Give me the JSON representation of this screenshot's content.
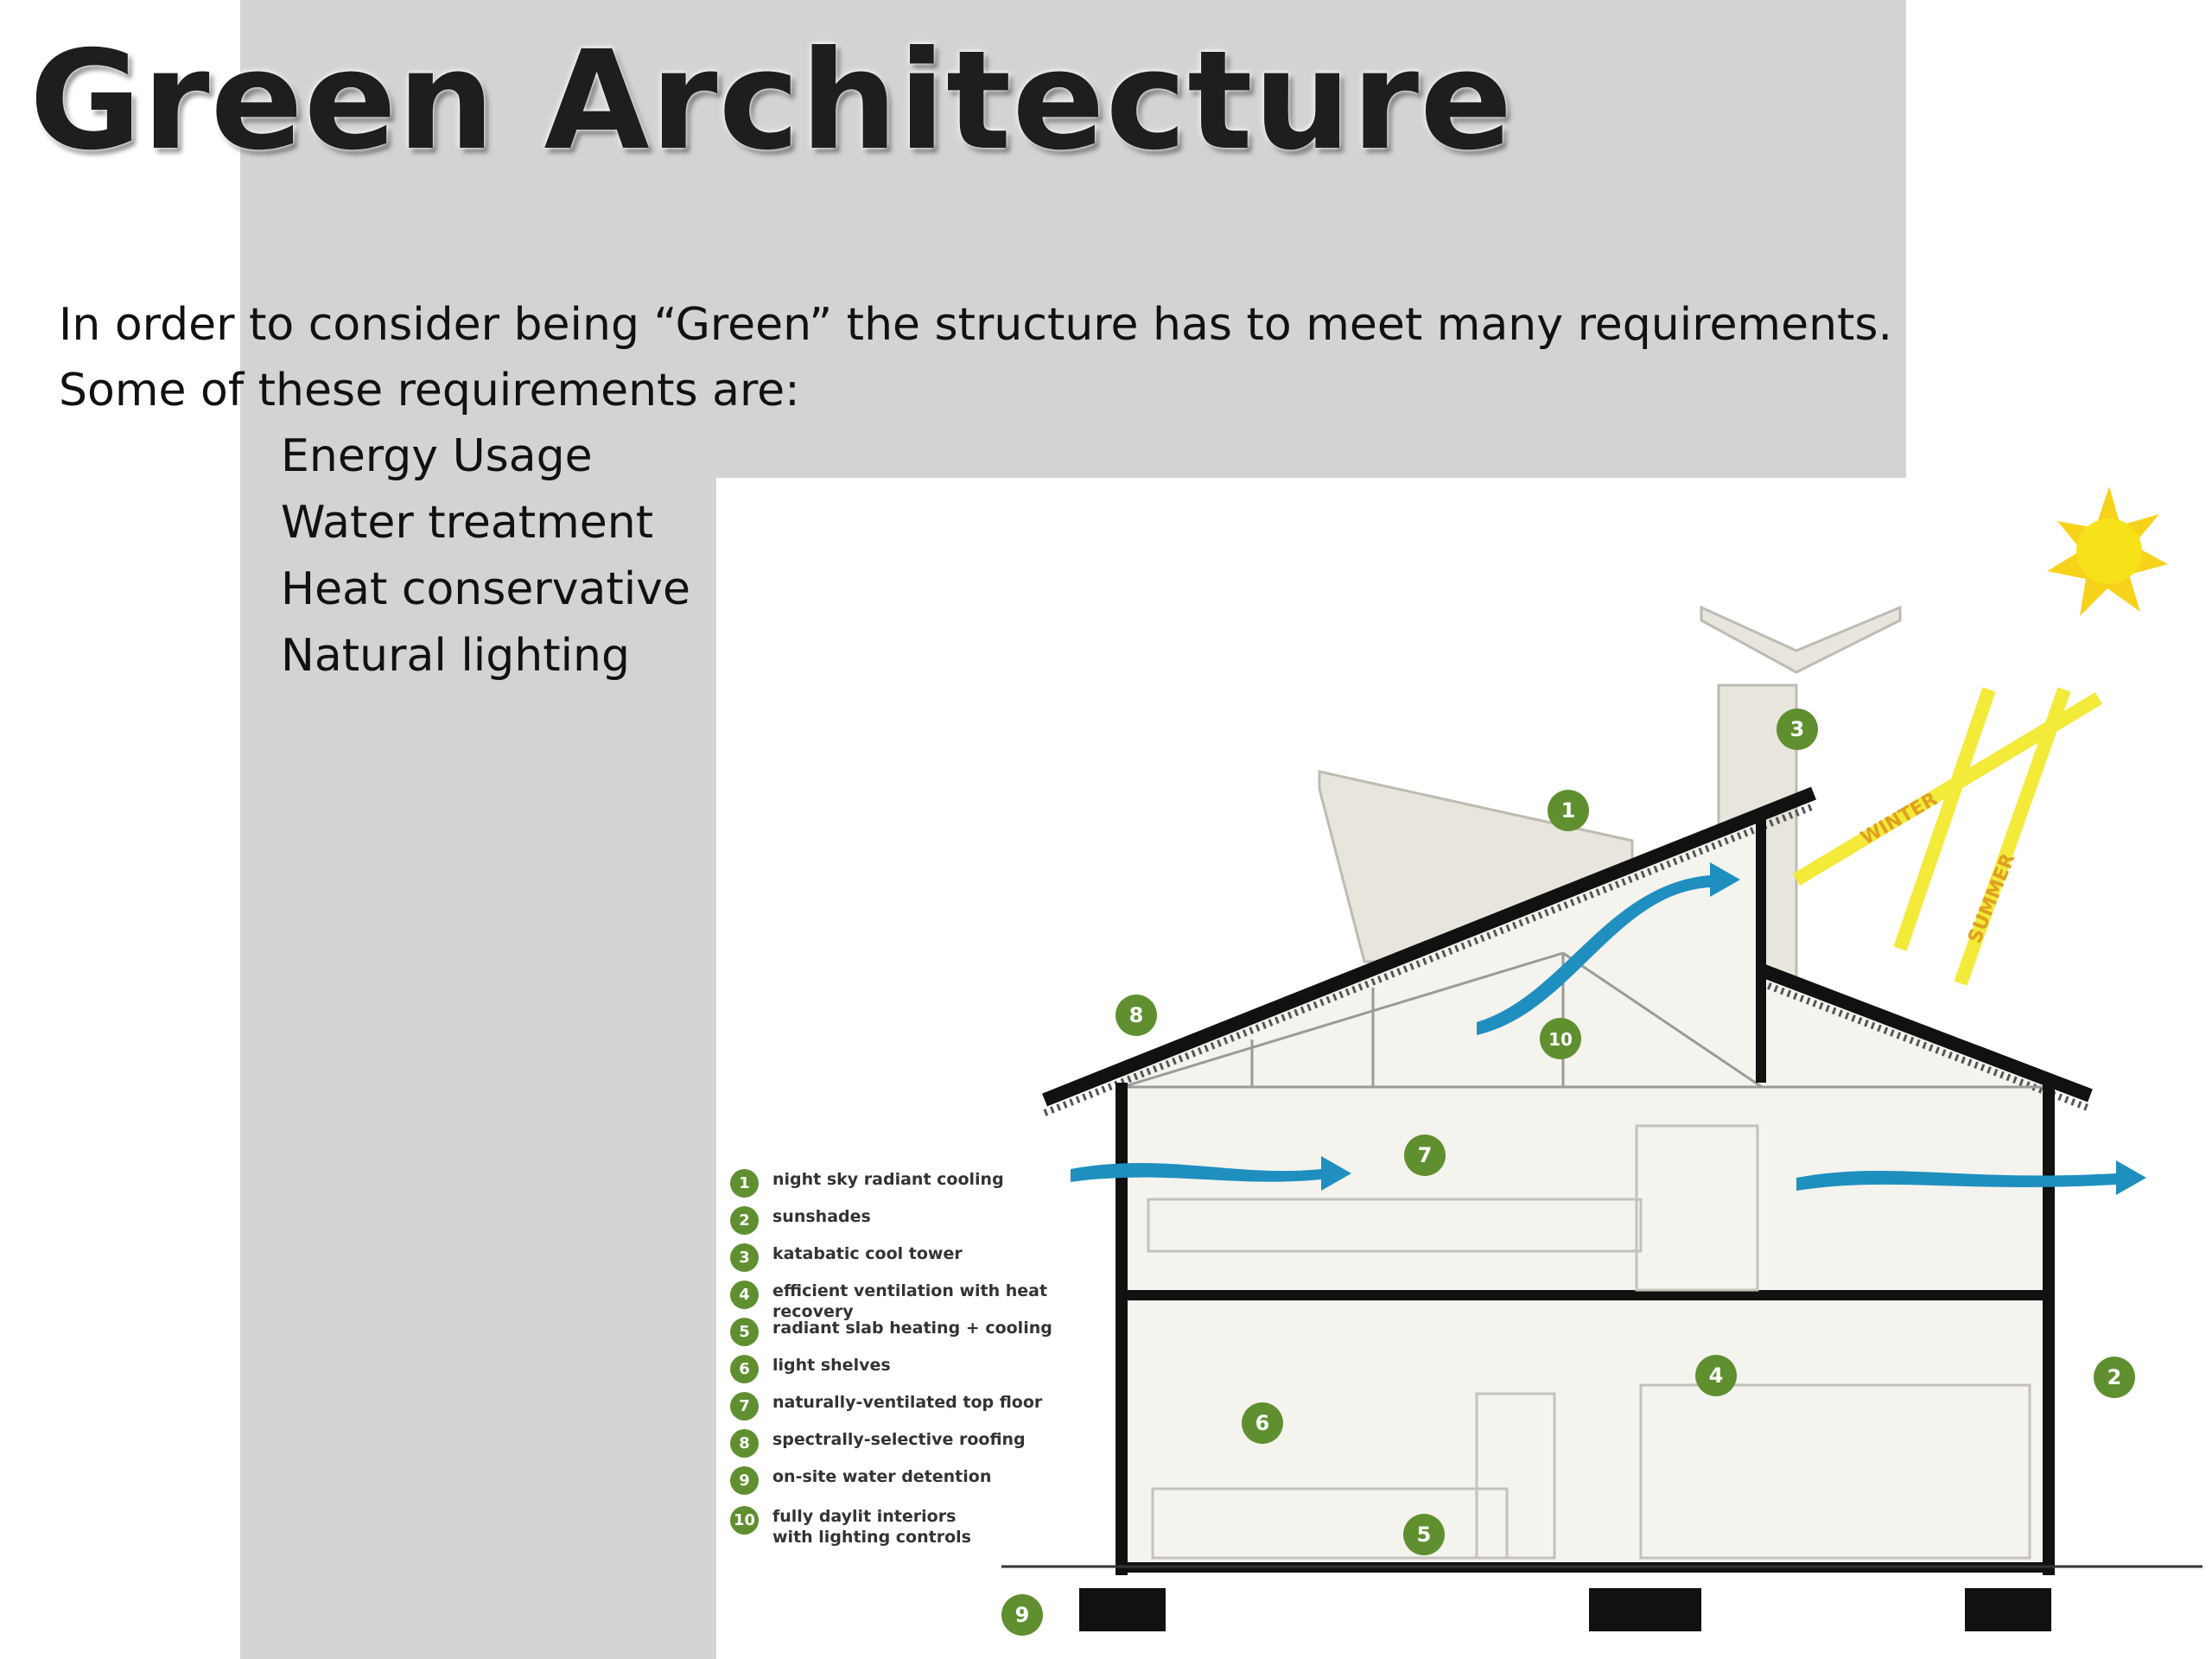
{
  "slide": {
    "title": "Green Architecture",
    "intro_line1": "In order to consider being “Green” the structure has to meet many requirements.",
    "intro_line2": "Some of these requirements are:",
    "requirements": [
      "Energy Usage",
      "Water treatment",
      "Heat conservative",
      "Natural lighting"
    ]
  },
  "diagram": {
    "sun_labels": {
      "winter": "WINTER",
      "summer": "SUMMER"
    },
    "markers": [
      "1",
      "2",
      "3",
      "4",
      "5",
      "6",
      "7",
      "8",
      "9",
      "10"
    ],
    "legend": [
      {
        "num": "1",
        "text": "night sky radiant cooling"
      },
      {
        "num": "2",
        "text": "sunshades"
      },
      {
        "num": "3",
        "text": "katabatic cool tower"
      },
      {
        "num": "4",
        "text": "efficient ventilation with heat recovery"
      },
      {
        "num": "5",
        "text": "radiant slab heating + cooling"
      },
      {
        "num": "6",
        "text": "light shelves"
      },
      {
        "num": "7",
        "text": "naturally-ventilated top floor"
      },
      {
        "num": "8",
        "text": "spectrally-selective roofing"
      },
      {
        "num": "9",
        "text": "on-site water detention"
      },
      {
        "num": "10",
        "text": "fully daylit interiors with lighting controls"
      }
    ],
    "colors": {
      "marker": "#5f8f2f",
      "airflow": "#1f8fbf",
      "sun": "#f7d21a",
      "sun_ray": "#f3ea3a",
      "structure": "#111111",
      "panel": "#d3d3d3"
    }
  }
}
